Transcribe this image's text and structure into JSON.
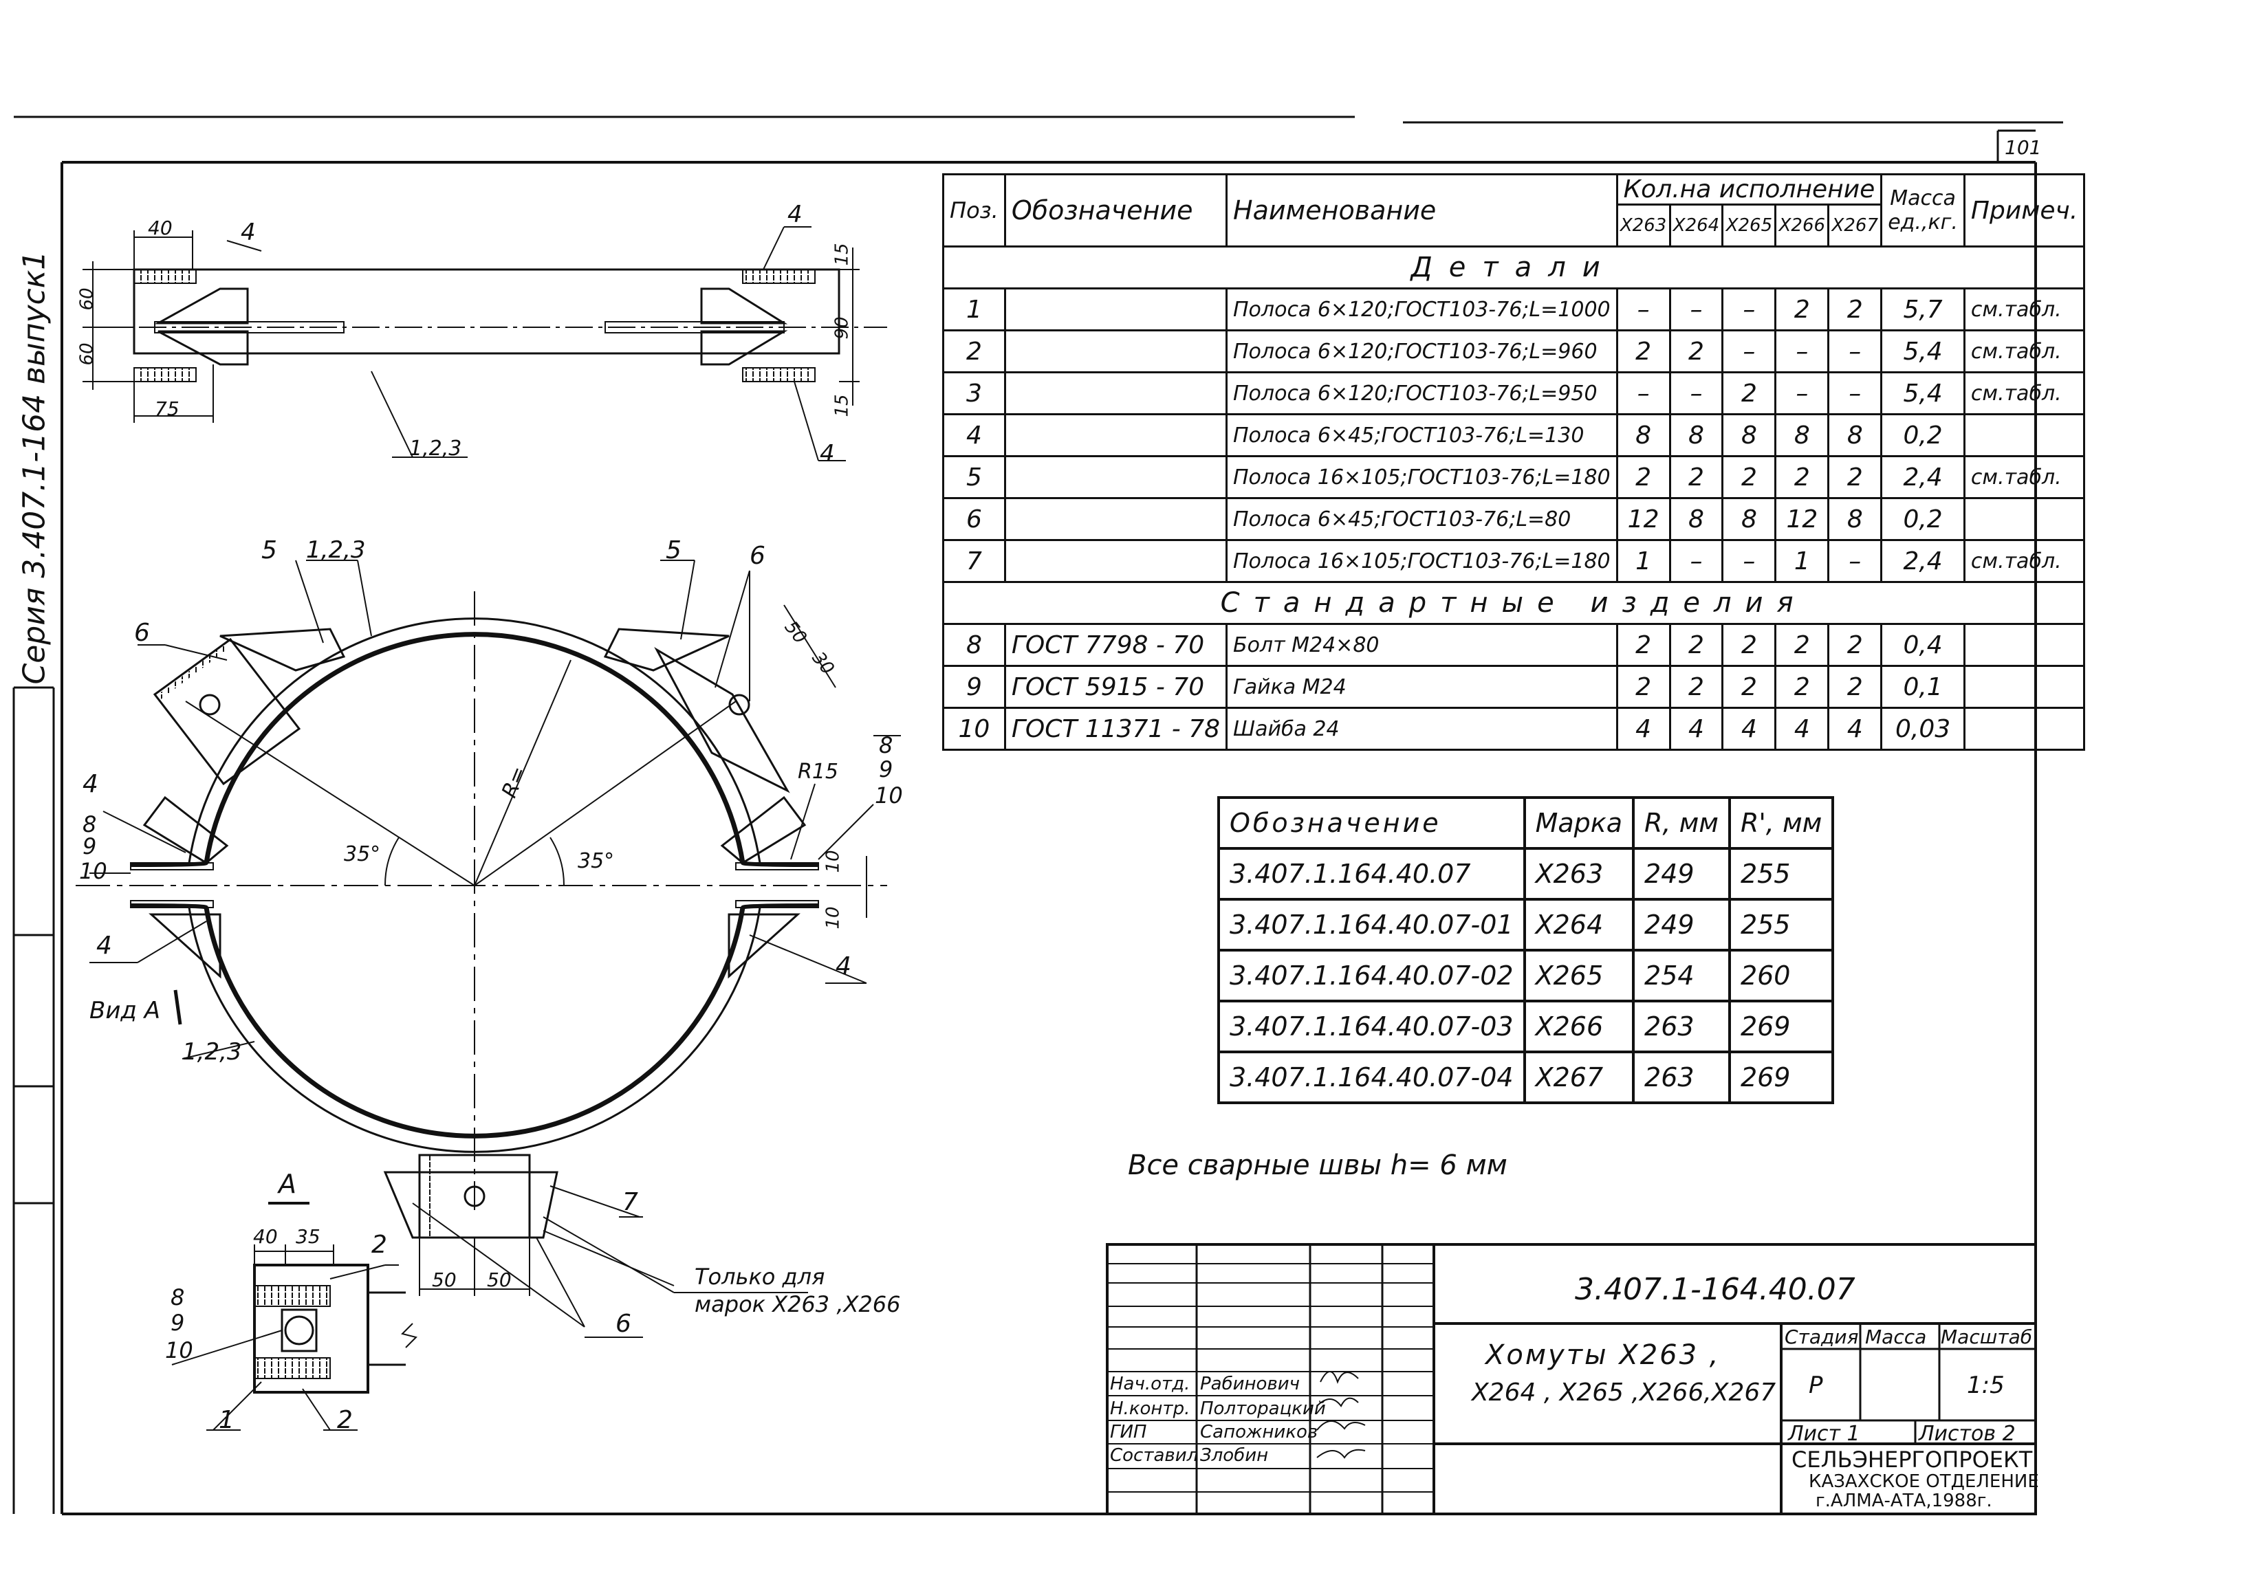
{
  "page_number": "101",
  "series_label": "Серия 3.407.1-164 выпуск1",
  "spec_table": {
    "headers": {
      "pos": "Поз.",
      "designation": "Обозначение",
      "name": "Наименование",
      "qty": "Кол.на исполнение",
      "variants": [
        "Х263",
        "Х264",
        "Х265",
        "Х266",
        "Х267"
      ],
      "mass": "Масса ед.,кг.",
      "note": "Примеч."
    },
    "section_details": "Детали",
    "section_standard": "Стандартные изделия",
    "details": [
      {
        "pos": "1",
        "designation": "",
        "name": "Полоса 6×120;ГОСТ103-76;L=1000",
        "qty": [
          "–",
          "–",
          "–",
          "2",
          "2"
        ],
        "mass": "5,7",
        "note": "см.табл."
      },
      {
        "pos": "2",
        "designation": "",
        "name": "Полоса 6×120;ГОСТ103-76;L=960",
        "qty": [
          "2",
          "2",
          "–",
          "–",
          "–"
        ],
        "mass": "5,4",
        "note": "см.табл."
      },
      {
        "pos": "3",
        "designation": "",
        "name": "Полоса 6×120;ГОСТ103-76;L=950",
        "qty": [
          "–",
          "–",
          "2",
          "–",
          "–"
        ],
        "mass": "5,4",
        "note": "см.табл."
      },
      {
        "pos": "4",
        "designation": "",
        "name": "Полоса 6×45;ГОСТ103-76;L=130",
        "qty": [
          "8",
          "8",
          "8",
          "8",
          "8"
        ],
        "mass": "0,2",
        "note": ""
      },
      {
        "pos": "5",
        "designation": "",
        "name": "Полоса 16×105;ГОСТ103-76;L=180",
        "qty": [
          "2",
          "2",
          "2",
          "2",
          "2"
        ],
        "mass": "2,4",
        "note": "см.табл."
      },
      {
        "pos": "6",
        "designation": "",
        "name": "Полоса 6×45;ГОСТ103-76;L=80",
        "qty": [
          "12",
          "8",
          "8",
          "12",
          "8"
        ],
        "mass": "0,2",
        "note": ""
      },
      {
        "pos": "7",
        "designation": "",
        "name": "Полоса 16×105;ГОСТ103-76;L=180",
        "qty": [
          "1",
          "–",
          "–",
          "1",
          "–"
        ],
        "mass": "2,4",
        "note": "см.табл."
      }
    ],
    "standard": [
      {
        "pos": "8",
        "designation": "ГОСТ 7798 - 70",
        "name": "Болт М24×80",
        "qty": [
          "2",
          "2",
          "2",
          "2",
          "2"
        ],
        "mass": "0,4",
        "note": ""
      },
      {
        "pos": "9",
        "designation": "ГОСТ 5915 - 70",
        "name": "Гайка М24",
        "qty": [
          "2",
          "2",
          "2",
          "2",
          "2"
        ],
        "mass": "0,1",
        "note": ""
      },
      {
        "pos": "10",
        "designation": "ГОСТ 11371 - 78",
        "name": "Шайба 24",
        "qty": [
          "4",
          "4",
          "4",
          "4",
          "4"
        ],
        "mass": "0,03",
        "note": ""
      }
    ]
  },
  "marks_table": {
    "headers": [
      "Обозначение",
      "Марка",
      "R, мм",
      "R', мм"
    ],
    "rows": [
      [
        "3.407.1.164.40.07",
        "Х263",
        "249",
        "255"
      ],
      [
        "3.407.1.164.40.07-01",
        "Х264",
        "249",
        "255"
      ],
      [
        "3.407.1.164.40.07-02",
        "Х265",
        "254",
        "260"
      ],
      [
        "3.407.1.164.40.07-03",
        "Х266",
        "263",
        "269"
      ],
      [
        "3.407.1.164.40.07-04",
        "Х267",
        "263",
        "269"
      ]
    ]
  },
  "weld_note": "Все сварные швы h= 6 мм",
  "only_for_note": [
    "Только для",
    "марок Х263 ,Х266"
  ],
  "view_label": "Вид А",
  "section_label": "А",
  "callouts": {
    "c1": "1",
    "c2": "2",
    "c4": "4",
    "c5": "5",
    "c6": "6",
    "c7": "7",
    "c8": "8",
    "c9": "9",
    "c10": "10",
    "c123": "1,2,3",
    "r": "R=",
    "r15": "R15",
    "ang": "35°"
  },
  "dims": {
    "d40": "40",
    "d35": "35",
    "d50": "50",
    "d60": "60",
    "d75": "75",
    "d90": "90",
    "d15": "15",
    "d30": "30",
    "d10": "10"
  },
  "title_block": {
    "doc_code": "3.407.1-164.40.07",
    "title_line1": "Хомуты Х263 ,",
    "title_line2": "Х264 , Х265 ,Х266,Х267",
    "stage_label": "Стадия",
    "mass_label": "Масса",
    "scale_label": "Масштаб",
    "stage": "Р",
    "scale": "1:5",
    "sheet": "Лист 1",
    "sheets": "Листов 2",
    "org1": "СЕЛЬЭНЕРГОПРОЕКТ",
    "org2": "КАЗАХСКОЕ ОТДЕЛЕНИЕ",
    "org3": "г.АЛМА-АТА,1988г.",
    "staff": [
      {
        "role": "Нач.отд.",
        "name": "Рабинович"
      },
      {
        "role": "Н.контр.",
        "name": "Полторацкий"
      },
      {
        "role": "ГИП",
        "name": "Сапожников"
      },
      {
        "role": "Составил",
        "name": "Злобин"
      }
    ]
  }
}
